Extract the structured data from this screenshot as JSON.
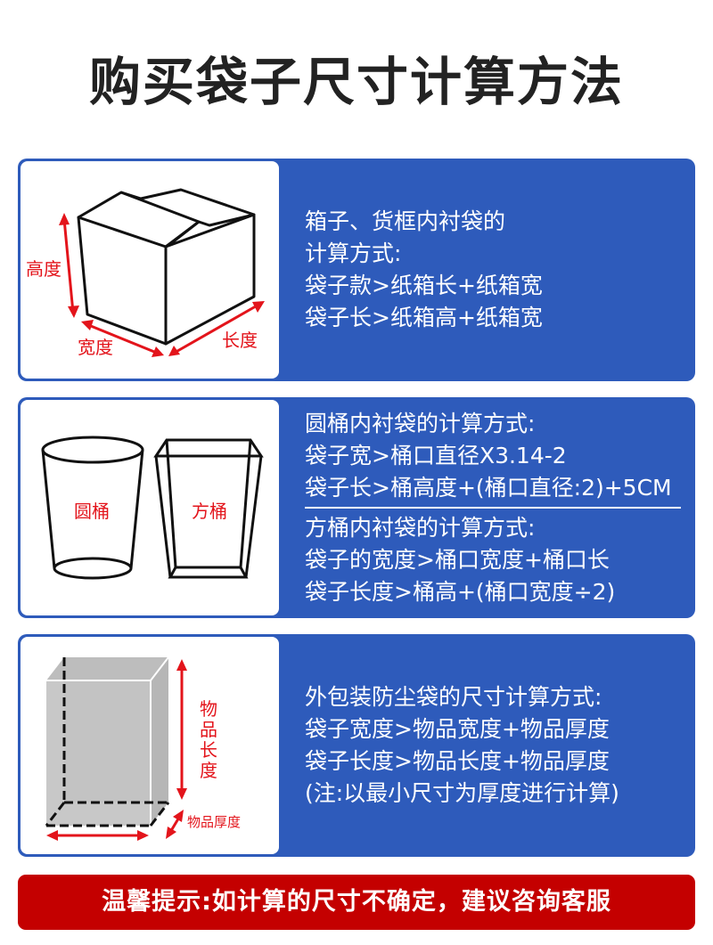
{
  "page": {
    "title": "购买袋子尺寸计算方法"
  },
  "colors": {
    "card_blue": "#2e5bbb",
    "banner_red": "#c40000",
    "label_red": "#e3141b",
    "title_text": "#222222"
  },
  "cards": [
    {
      "illustration": {
        "type": "box-icon",
        "labels": {
          "height": "高度",
          "width": "宽度",
          "length": "长度"
        }
      },
      "lines": [
        "箱子、货框内衬袋的",
        "计算方式:",
        "袋子款>纸箱长+纸箱宽",
        "袋子长>纸箱高+纸箱宽"
      ]
    },
    {
      "illustration": {
        "type": "bucket-icons",
        "labels": {
          "round": "圆桶",
          "square": "方桶"
        }
      },
      "sections": [
        {
          "lines": [
            "圆桶内衬袋的计算方式:",
            "袋子宽>桶口直径X3.14-2",
            "袋子长>桶高度+(桶口直径:2)+5CM"
          ]
        },
        {
          "lines": [
            "方桶内衬袋的计算方式:",
            "袋子的宽度>桶口宽度+桶口长",
            "袋子长度>桶高+(桶口宽度÷2)"
          ]
        }
      ]
    },
    {
      "illustration": {
        "type": "prism-icon",
        "labels": {
          "length": "物品长度",
          "length_chars": [
            "物",
            "品",
            "长",
            "度"
          ],
          "thickness": "物品厚度"
        }
      },
      "lines": [
        "外包装防尘袋的尺寸计算方式:",
        "袋子宽度>物品宽度+物品厚度",
        "袋子长度>物品长度+物品厚度",
        "(注:以最小尺寸为厚度进行计算)"
      ]
    }
  ],
  "banner": {
    "text": "温馨提示:如计算的尺寸不确定，建议咨询客服"
  }
}
